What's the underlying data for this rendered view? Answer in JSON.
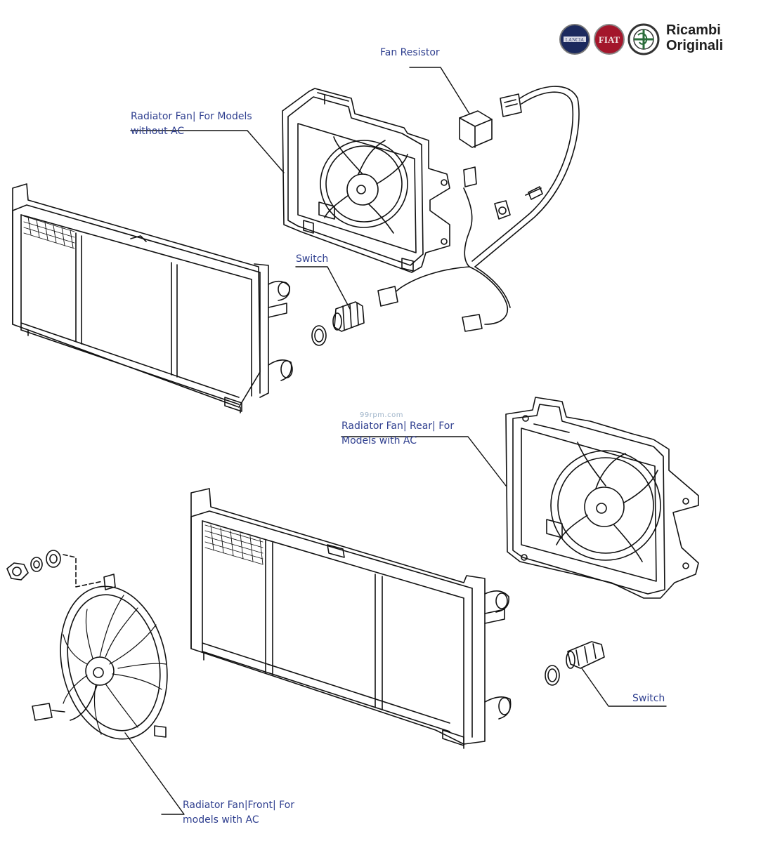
{
  "brand": {
    "line1": "Ricambi",
    "line2": "Originali",
    "logos": [
      "lancia-logo",
      "fiat-logo",
      "alfa-romeo-logo"
    ],
    "lancia_text": "LANCIA",
    "fiat_text": "FIAT"
  },
  "watermark": "99rpm.com",
  "labels": {
    "fan_resistor": "Fan Resistor",
    "fan_no_ac_1": "Radiator Fan| For Models",
    "fan_no_ac_2": "without AC",
    "switch_top": "Switch",
    "fan_rear_1": "Radiator Fan| Rear| For",
    "fan_rear_2": "Models with AC",
    "switch_bottom": "Switch",
    "fan_front_1": "Radiator Fan|Front| For",
    "fan_front_2": "models with AC"
  },
  "colors": {
    "label_text": "#2f3f8f",
    "drawing_line": "#111111"
  }
}
